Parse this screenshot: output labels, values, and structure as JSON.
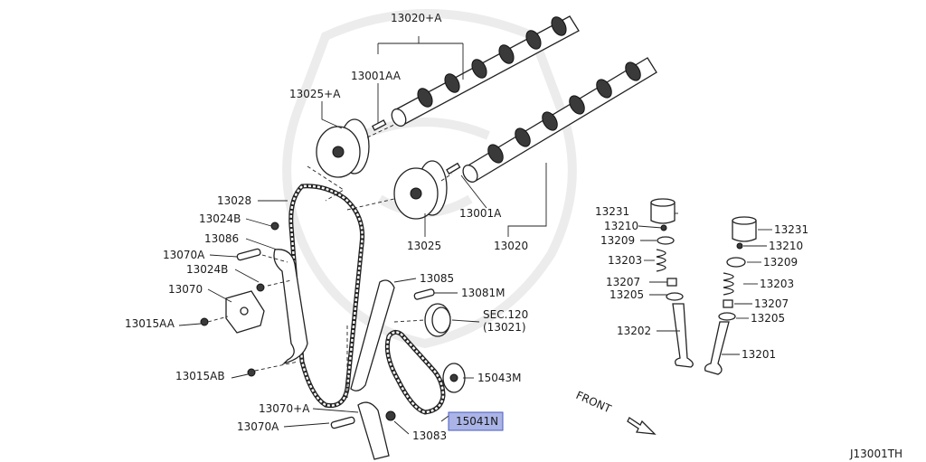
{
  "diagram": {
    "reference_code": "J13001TH",
    "front_label": "FRONT",
    "highlighted_part": "15041N",
    "labels": {
      "p13020A": "13020+A",
      "p13001AA": "13001AA",
      "p13025A": "13025+A",
      "p13028": "13028",
      "p13024B_1": "13024B",
      "p13086": "13086",
      "p13070A_1": "13070A",
      "p13024B_2": "13024B",
      "p13070": "13070",
      "p13015AA": "13015AA",
      "p13015AB": "13015AB",
      "p13070plusA": "13070+A",
      "p13070A_2": "13070A",
      "p13083": "13083",
      "p15041N": "15041N",
      "p15043M": "15043M",
      "sec120": "SEC.120",
      "sec120_sub": "(13021)",
      "p13081M": "13081M",
      "p13085": "13085",
      "p13025": "13025",
      "p13001A": "13001A",
      "p13020": "13020",
      "l13231": "13231",
      "l13210": "13210",
      "l13209": "13209",
      "l13203": "13203",
      "l13207": "13207",
      "l13205": "13205",
      "l13202": "13202",
      "r13231": "13231",
      "r13210": "13210",
      "r13209": "13209",
      "r13203": "13203",
      "r13207": "13207",
      "r13205": "13205",
      "r13201": "13201"
    }
  }
}
